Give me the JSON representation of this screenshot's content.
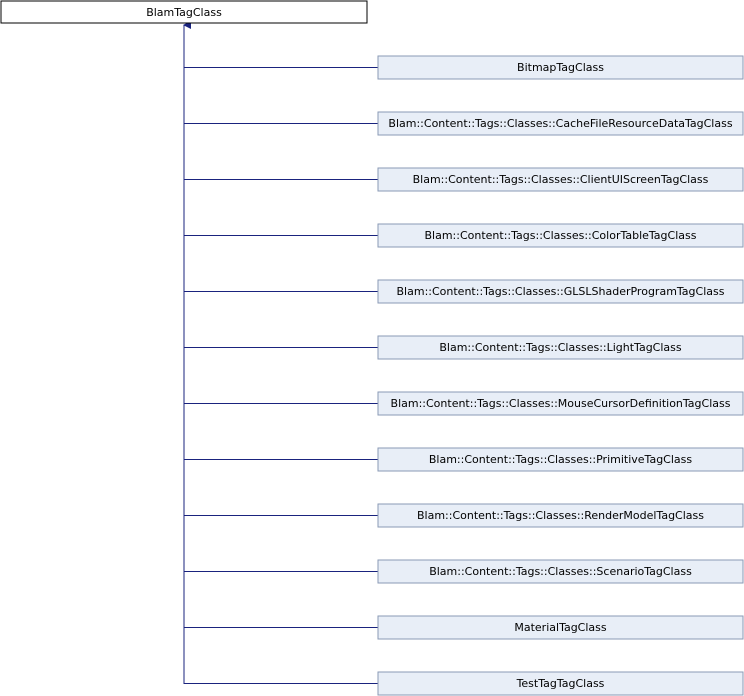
{
  "diagram": {
    "base_class": "BlamTagClass",
    "derived_classes": [
      "BitmapTagClass",
      "Blam::Content::Tags::Classes::CacheFileResourceDataTagClass",
      "Blam::Content::Tags::Classes::ClientUIScreenTagClass",
      "Blam::Content::Tags::Classes::ColorTableTagClass",
      "Blam::Content::Tags::Classes::GLSLShaderProgramTagClass",
      "Blam::Content::Tags::Classes::LightTagClass",
      "Blam::Content::Tags::Classes::MouseCursorDefinitionTagClass",
      "Blam::Content::Tags::Classes::PrimitiveTagClass",
      "Blam::Content::Tags::Classes::RenderModelTagClass",
      "Blam::Content::Tags::Classes::ScenarioTagClass",
      "MaterialTagClass",
      "TestTagTagClass"
    ]
  },
  "colors": {
    "base_fill": "#ffffff",
    "base_stroke": "#000000",
    "derived_fill": "#e8eef7",
    "derived_stroke": "#8a9ab5",
    "edge": "#1a237e",
    "text": "#000000"
  }
}
